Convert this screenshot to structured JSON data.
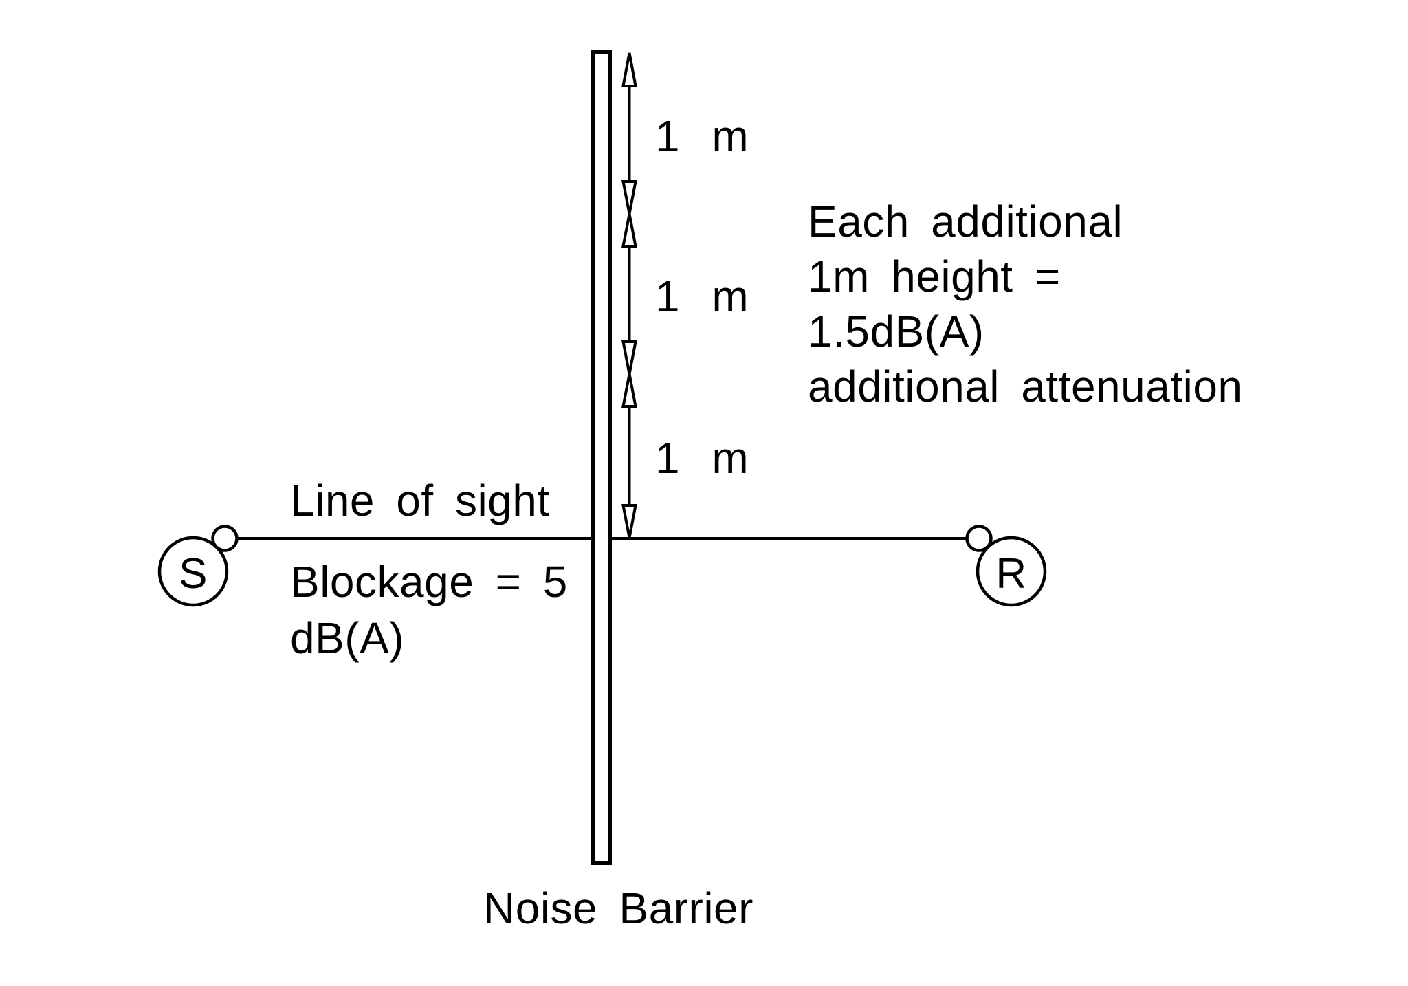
{
  "diagram": {
    "note": {
      "lines": [
        "Each additional",
        "1m height =",
        "1.5dB(A)",
        "additional attenuation"
      ]
    },
    "dimensions": {
      "labels": [
        "1 m",
        "1 m",
        "1 m"
      ]
    },
    "line_of_sight": {
      "label": "Line of sight"
    },
    "blockage": {
      "line1": "Blockage = 5",
      "line2": "dB(A)"
    },
    "barrier": {
      "label": "Noise Barrier"
    },
    "source": {
      "label": "S"
    },
    "receiver": {
      "label": "R"
    },
    "colors": {
      "stroke": "#000000",
      "background": "#ffffff"
    }
  }
}
